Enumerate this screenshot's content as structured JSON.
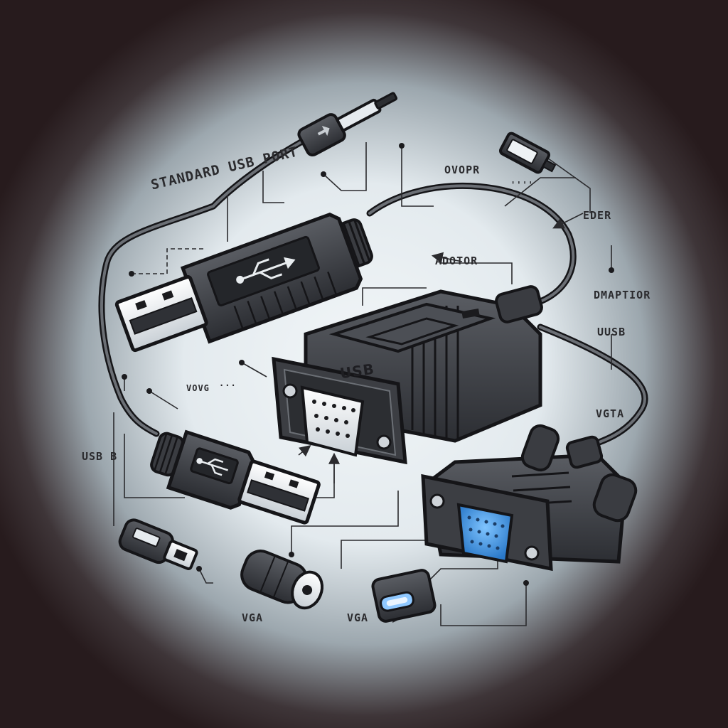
{
  "labels": {
    "standard_usb_port": "STANDARD USB PORT",
    "ovop": "OVOPR",
    "ovop_extra": "''''",
    "eder": "EDER",
    "adaptor": "ADOTOR",
    "dmaptior": "DMAPTIOR",
    "uusb": "UUSB",
    "vgta": "VGTA",
    "vovg": "VOVG",
    "vovg_extra": "···",
    "usb_b": "USB B",
    "vga_left": "VGA",
    "vga_mid": "VGA",
    "converter_brand": "USB"
  },
  "colors": {
    "background_dark": "#2a1c1e",
    "background_light": "#eef3f5",
    "device_body": "#3b3d42",
    "device_outline": "#151518",
    "vga_port_blue": "#3f8fd8",
    "label_text": "#2b2b2e"
  },
  "icons": [
    "usb-trident-icon",
    "vga-port-icon",
    "arrow-icon"
  ]
}
